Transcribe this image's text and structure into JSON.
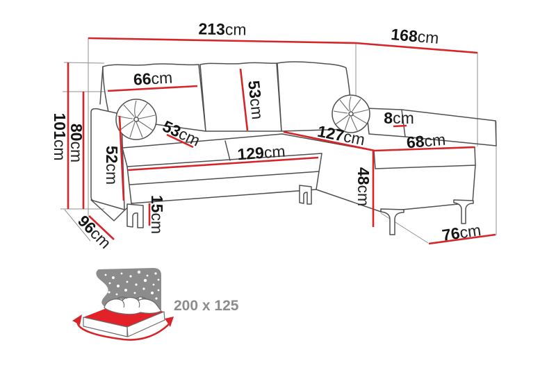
{
  "diagram_title": "corner-sofa-dimension-diagram",
  "colors": {
    "dimension_red": "#d62429",
    "mattress_red": "#e32128",
    "outline_gray": "#4f4f4f",
    "guide_gray": "#8f8f8f",
    "label_black": "#141414",
    "icon_gray": "#8c8c8c"
  },
  "dims": {
    "d213": {
      "v": "213",
      "u": "cm"
    },
    "d168": {
      "v": "168",
      "u": "cm"
    },
    "d101": {
      "v": "101",
      "u": "cm"
    },
    "d80": {
      "v": "80",
      "u": "cm"
    },
    "d66": {
      "v": "66",
      "u": "cm"
    },
    "d53_pillow": {
      "v": "53",
      "u": "cm"
    },
    "d53_seat": {
      "v": "53",
      "u": "cm"
    },
    "d52": {
      "v": "52",
      "u": "cm"
    },
    "d129": {
      "v": "129",
      "u": "cm"
    },
    "d15": {
      "v": "15",
      "u": "cm"
    },
    "d96": {
      "v": "96",
      "u": "cm"
    },
    "d127": {
      "v": "127",
      "u": "cm"
    },
    "d68": {
      "v": "68",
      "u": "cm"
    },
    "d8": {
      "v": "8",
      "u": "cm"
    },
    "d48": {
      "v": "48",
      "u": "cm"
    },
    "d76": {
      "v": "76",
      "u": "cm"
    }
  },
  "sleeping_area": {
    "label": "200 x 125"
  }
}
